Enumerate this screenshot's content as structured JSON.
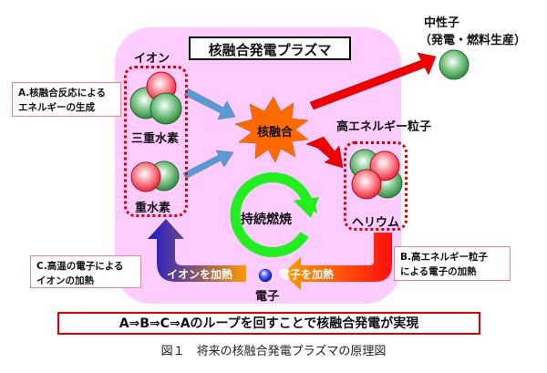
{
  "title": "核融合発電プラズマ",
  "ions": {
    "label": "イオン",
    "tritium": "三重水素",
    "deuterium": "重水素"
  },
  "fusion": "核融合",
  "sustained_burn": "持続燃焼",
  "neutron": {
    "label": "中性子",
    "sub": "（発電・燃料生産）"
  },
  "high_energy_particle": {
    "label": "高エネルギー粒子",
    "helium": "ヘリウム"
  },
  "electron": "電子",
  "arrows": {
    "heat_electrons": "電子を加熱",
    "heat_ions": "イオンを加熱"
  },
  "notes": {
    "a_line1": "A.核融合反応による",
    "a_line2": "エネルギーの生成",
    "b_line1": "B.高エネルギー粒子",
    "b_line2": "による電子の加熱",
    "c_line1": "C.高温の電子による",
    "c_line2": "イオンの加熱"
  },
  "summary": "A⇒B⇒C⇒Aのループを回すことで核融合発電が実現",
  "caption": "図１　将来の核融合発電プラズマの原理図",
  "colors": {
    "plasma_bg": "#ffccff",
    "proton": "#ee3344",
    "neutron": "#33aa44",
    "fusion_star": "#ff6a00",
    "red_arrow": "#ee0000",
    "blue_arrow": "#5b9bd5",
    "cycle": "#22ee22",
    "electron": "#2233dd"
  }
}
